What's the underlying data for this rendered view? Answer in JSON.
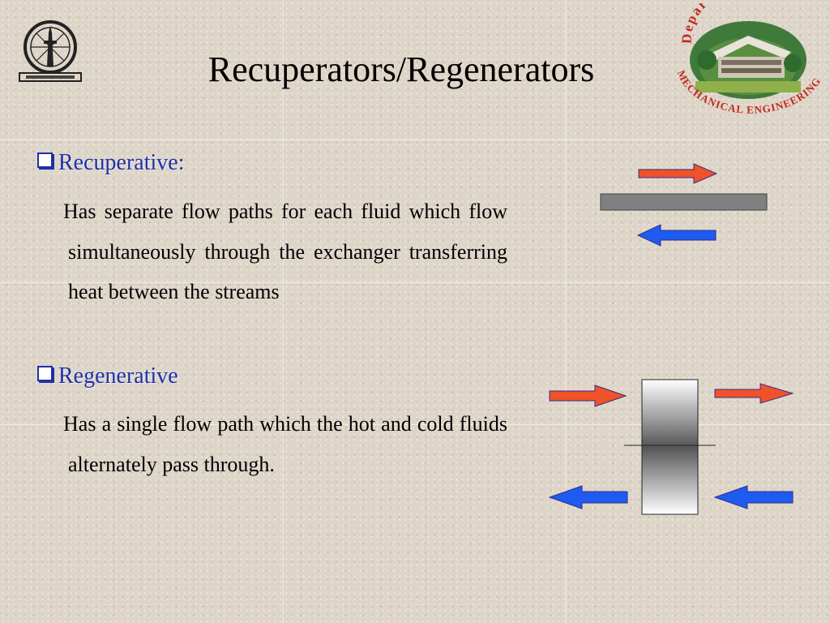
{
  "slide": {
    "title": "Recuperators/Regenerators",
    "logos": {
      "left": "institute-seal",
      "right_text_top": "Department Of",
      "right_text_bottom": "MECHANICAL ENGINEERING"
    }
  },
  "sections": [
    {
      "heading": "Recuperative:",
      "body": "Has separate flow paths for each fluid which flow simultaneously through the exchanger transferring heat between the streams"
    },
    {
      "heading": "Regenerative",
      "body": "Has a single flow path which the hot and cold fluids alternately pass through."
    }
  ],
  "colors": {
    "hot_arrow": "#f0522a",
    "cold_arrow": "#1e5bf0",
    "heading": "#1f2fa8",
    "plate": "#808080"
  }
}
